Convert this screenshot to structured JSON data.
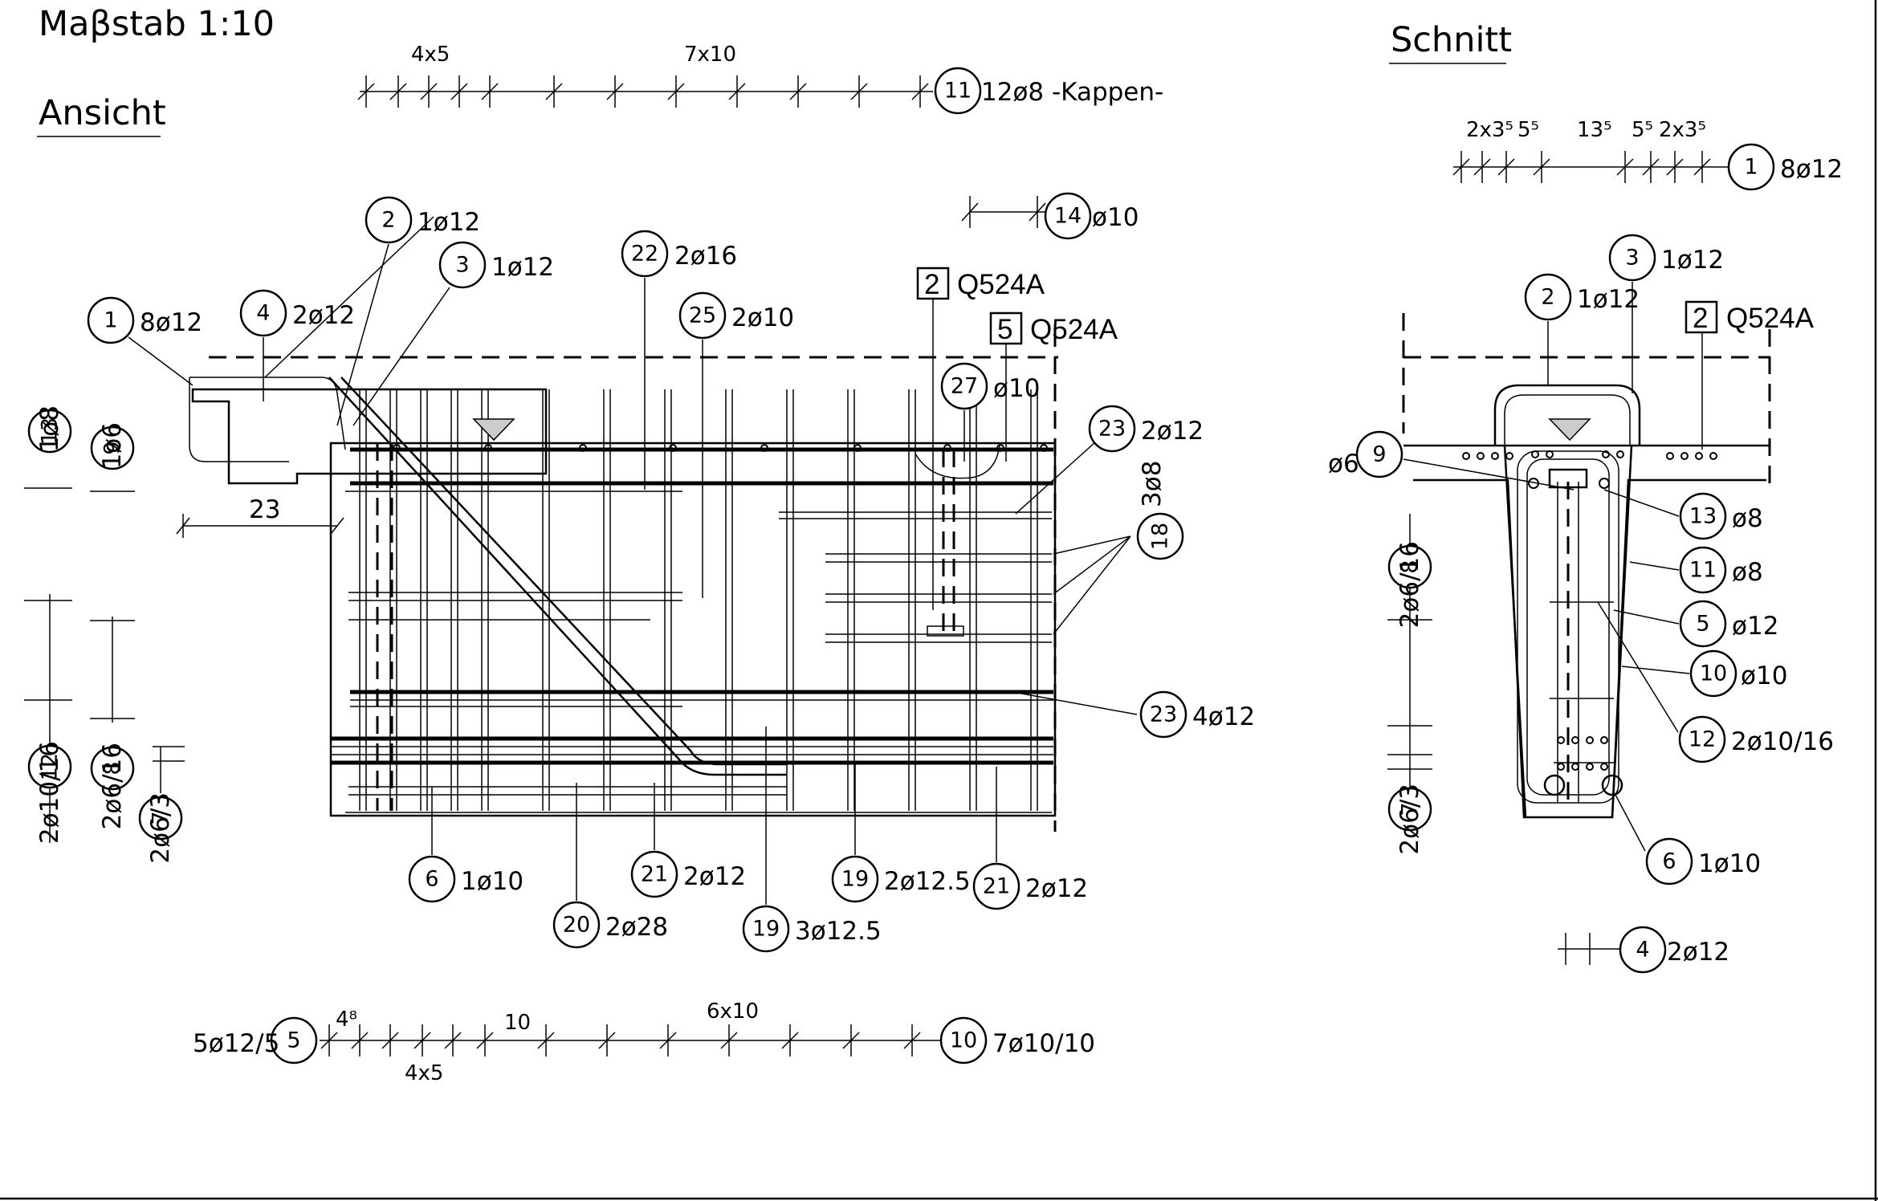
{
  "header": {
    "scale": "Maβstab 1:10",
    "view_title": "Ansicht",
    "section_title": "Schnitt"
  },
  "ansicht": {
    "top_dims": {
      "a": "4x5",
      "b": "7x10"
    },
    "bottom_dims": {
      "a": "4⁸",
      "b": "10",
      "c": "6x10",
      "d": "4x5"
    },
    "left_dim": "23",
    "qbox": [
      {
        "num": "2",
        "text": "Q524A"
      },
      {
        "num": "5",
        "text": "Q524A"
      }
    ],
    "marks": [
      {
        "num": "11",
        "text": "12ø8 -Kappen-"
      },
      {
        "num": "14",
        "text": "ø10"
      },
      {
        "num": "2",
        "text": "1ø12"
      },
      {
        "num": "3",
        "text": "1ø12"
      },
      {
        "num": "22",
        "text": "2ø16"
      },
      {
        "num": "1",
        "text": "8ø12"
      },
      {
        "num": "4",
        "text": "2ø12"
      },
      {
        "num": "25",
        "text": "2ø10"
      },
      {
        "num": "27",
        "text": "ø10"
      },
      {
        "num": "23",
        "text": "2ø12"
      },
      {
        "num": "18",
        "text": "3ø8"
      },
      {
        "num": "23",
        "text": "4ø12"
      },
      {
        "num": "6",
        "text": "1ø10"
      },
      {
        "num": "21",
        "text": "2ø12"
      },
      {
        "num": "19",
        "text": "2ø12.5"
      },
      {
        "num": "21",
        "text": "2ø12"
      },
      {
        "num": "20",
        "text": "2ø28"
      },
      {
        "num": "19",
        "text": "3ø12.5"
      },
      {
        "num": "5",
        "text": "5ø12/5"
      },
      {
        "num": "10",
        "text": "7ø10/10"
      }
    ],
    "side_marks": [
      {
        "num": "13",
        "text": "1ø8"
      },
      {
        "num": "9",
        "text": "1ø6"
      },
      {
        "num": "12",
        "text": "2ø10/16"
      },
      {
        "num": "8",
        "text": "2ø6/16"
      },
      {
        "num": "7",
        "text": "2ø6/3"
      }
    ]
  },
  "schnitt": {
    "top_dims": {
      "a": "2x3⁵",
      "b": "5⁵",
      "c": "13⁵",
      "d": "5⁵",
      "e": "2x3⁵"
    },
    "qbox": {
      "num": "2",
      "text": "Q524A"
    },
    "marks": [
      {
        "num": "1",
        "text": "8ø12"
      },
      {
        "num": "3",
        "text": "1ø12"
      },
      {
        "num": "2",
        "text": "1ø12"
      },
      {
        "num": "9",
        "text": "ø6"
      },
      {
        "num": "13",
        "text": "ø8"
      },
      {
        "num": "11",
        "text": "ø8"
      },
      {
        "num": "5",
        "text": "ø12"
      },
      {
        "num": "10",
        "text": "ø10"
      },
      {
        "num": "12",
        "text": "2ø10/16"
      },
      {
        "num": "6",
        "text": "1ø10"
      },
      {
        "num": "4",
        "text": "2ø12"
      }
    ],
    "side_marks": [
      {
        "num": "8",
        "text": "2ø6/16"
      },
      {
        "num": "7",
        "text": "2ø6/3"
      }
    ]
  }
}
